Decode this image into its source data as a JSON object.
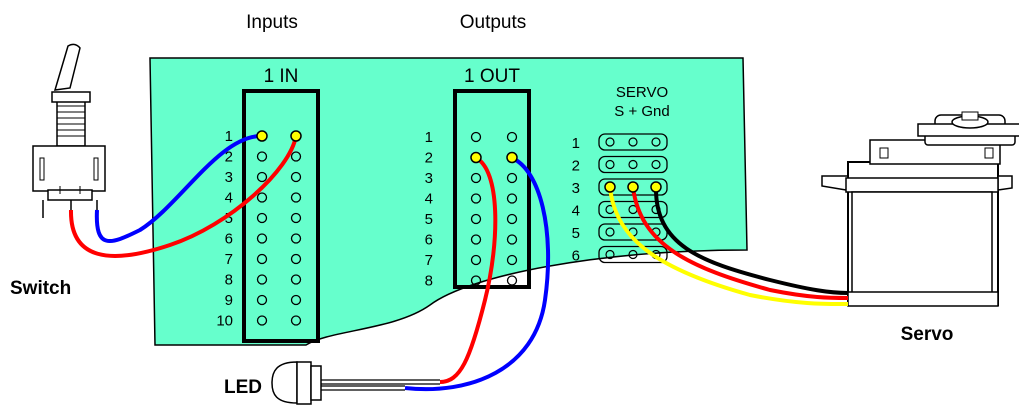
{
  "labels": {
    "inputs": "Inputs",
    "outputs": "Outputs",
    "in_header": "1 IN",
    "out_header": "1 OUT",
    "servo_header": "SERVO",
    "servo_pins": "S + Gnd",
    "switch": "Switch",
    "led": "LED",
    "servo": "Servo"
  },
  "in_rows": [
    "1",
    "2",
    "3",
    "4",
    "5",
    "6",
    "7",
    "8",
    "9",
    "10"
  ],
  "out_rows": [
    "1",
    "2",
    "3",
    "4",
    "5",
    "6",
    "7",
    "8"
  ],
  "servo_rows": [
    "1",
    "2",
    "3",
    "4",
    "5",
    "6"
  ],
  "colors": {
    "board": "#66ffcc",
    "wire_red": "#ff0000",
    "wire_blue": "#0000ff",
    "wire_yellow": "#ffff00",
    "wire_black": "#000000",
    "pin_active": "#ffff00"
  }
}
